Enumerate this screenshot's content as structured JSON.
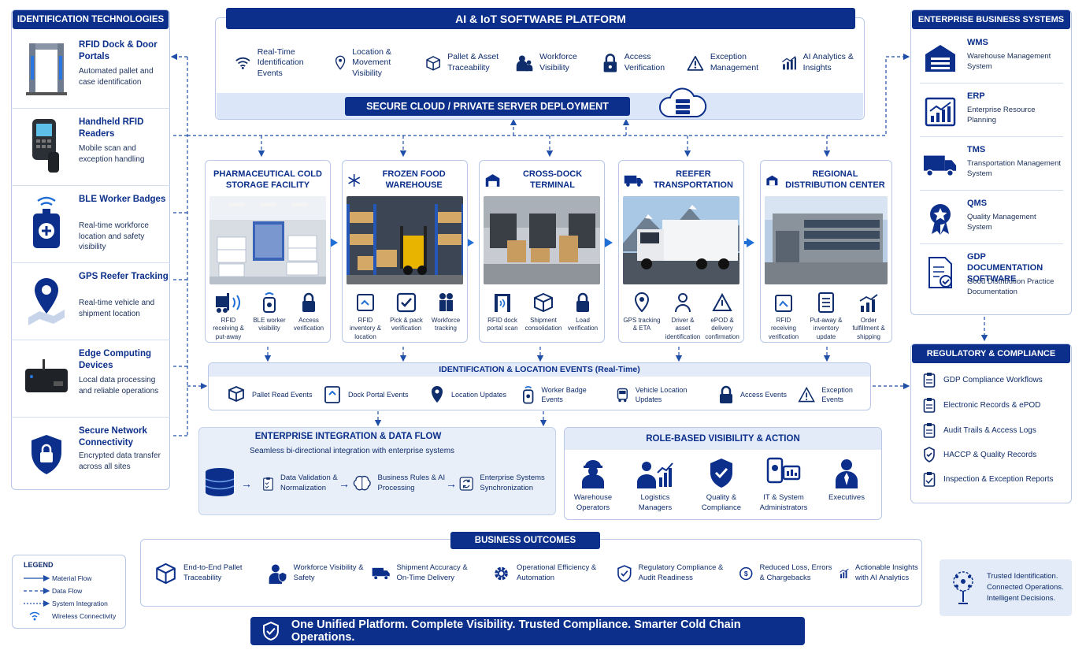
{
  "left": {
    "header": "IDENTIFICATION TECHNOLOGIES",
    "items": [
      {
        "title": "RFID Dock & Door Portals",
        "desc": "Automated pallet and case identification",
        "icon": "rfid-portal-icon"
      },
      {
        "title": "Handheld RFID Readers",
        "desc": "Mobile scan and exception handling",
        "icon": "handheld-reader-icon"
      },
      {
        "title": "BLE Worker Badges",
        "desc": "Real-time workforce location and safety visibility",
        "icon": "ble-badge-icon"
      },
      {
        "title": "GPS Reefer Tracking",
        "desc": "Real-time vehicle and shipment location",
        "icon": "gps-pin-icon"
      },
      {
        "title": "Edge Computing Devices",
        "desc": "Local data processing and reliable operations",
        "icon": "edge-device-icon"
      },
      {
        "title": "Secure Network Connectivity",
        "desc": "Encrypted data transfer across all sites",
        "icon": "shield-lock-icon"
      }
    ]
  },
  "platform": {
    "header": "AI & IoT SOFTWARE PLATFORM",
    "items": [
      {
        "label": "Real-Time Identification Events",
        "icon": "wifi-icon"
      },
      {
        "label": "Location & Movement Visibility",
        "icon": "location-pin-icon"
      },
      {
        "label": "Pallet & Asset Traceability",
        "icon": "box-icon"
      },
      {
        "label": "Workforce Visibility",
        "icon": "workforce-icon"
      },
      {
        "label": "Access Verification",
        "icon": "lock-icon"
      },
      {
        "label": "Exception Management",
        "icon": "warning-icon"
      },
      {
        "label": "AI Analytics & Insights",
        "icon": "analytics-icon"
      }
    ],
    "deploy": "SECURE CLOUD / PRIVATE SERVER DEPLOYMENT"
  },
  "facilities": [
    {
      "title": "PHARMACEUTICAL COLD STORAGE FACILITY",
      "items": [
        "RFID receiving & put-away",
        "BLE worker visibility",
        "Access verification"
      ]
    },
    {
      "title": "FROZEN FOOD WAREHOUSE",
      "items": [
        "RFID inventory & location",
        "Pick & pack verification",
        "Workforce tracking"
      ]
    },
    {
      "title": "CROSS-DOCK TERMINAL",
      "items": [
        "RFID dock portal scan",
        "Shipment consolidation",
        "Load verification"
      ]
    },
    {
      "title": "REEFER TRANSPORTATION",
      "items": [
        "GPS tracking & ETA",
        "Driver & asset identification",
        "ePOD & delivery confirmation"
      ]
    },
    {
      "title": "REGIONAL DISTRIBUTION CENTER",
      "items": [
        "RFID receiving verification",
        "Put-away & inventory update",
        "Order fulfillment & shipping"
      ]
    }
  ],
  "events": {
    "header": "IDENTIFICATION & LOCATION EVENTS (Real-Time)",
    "items": [
      {
        "label": "Pallet Read Events",
        "icon": "pallet-icon"
      },
      {
        "label": "Dock Portal Events",
        "icon": "dock-icon"
      },
      {
        "label": "Location Updates",
        "icon": "location-pin-icon"
      },
      {
        "label": "Worker Badge Events",
        "icon": "badge-icon"
      },
      {
        "label": "Vehicle Location Updates",
        "icon": "vehicle-icon"
      },
      {
        "label": "Access Events",
        "icon": "lock-icon"
      },
      {
        "label": "Exception Events",
        "icon": "warning-icon"
      }
    ]
  },
  "integration": {
    "header": "ENTERPRISE INTEGRATION & DATA FLOW",
    "subtitle": "Seamless bi-directional integration with enterprise systems",
    "steps": [
      "Data Validation & Normalization",
      "Business Rules & AI Processing",
      "Enterprise Systems Synchronization"
    ]
  },
  "roles": {
    "header": "ROLE-BASED VISIBILITY & ACTION",
    "items": [
      "Warehouse Operators",
      "Logistics Managers",
      "Quality & Compliance",
      "IT & System Administrators",
      "Executives"
    ]
  },
  "enterprise": {
    "header": "ENTERPRISE BUSINESS SYSTEMS",
    "items": [
      {
        "title": "WMS",
        "desc": "Warehouse Management System"
      },
      {
        "title": "ERP",
        "desc": "Enterprise Resource Planning"
      },
      {
        "title": "TMS",
        "desc": "Transportation Management System"
      },
      {
        "title": "QMS",
        "desc": "Quality Management System"
      },
      {
        "title": "GDP DOCUMENTATION SOFTWARE",
        "desc": "Good Distribution Practice Documentation"
      }
    ]
  },
  "compliance": {
    "header": "REGULATORY & COMPLIANCE",
    "items": [
      "GDP Compliance Workflows",
      "Electronic Records & ePOD",
      "Audit Trails & Access Logs",
      "HACCP & Quality Records",
      "Inspection & Exception Reports"
    ]
  },
  "outcomes": {
    "header": "BUSINESS OUTCOMES",
    "items": [
      "End-to-End Pallet Traceability",
      "Workforce Visibility & Safety",
      "Shipment Accuracy & On-Time Delivery",
      "Operational Efficiency & Automation",
      "Regulatory Compliance & Audit Readiness",
      "Reduced Loss, Errors & Chargebacks",
      "Actionable Insights with AI Analytics"
    ]
  },
  "legend": {
    "title": "LEGEND",
    "items": [
      "Material Flow",
      "Data Flow",
      "System Integration",
      "Wireless Connectivity"
    ]
  },
  "tagline": "Trusted Identification. Connected Operations. Intelligent Decisions.",
  "footer": "One Unified Platform. Complete Visibility. Trusted Compliance. Smarter Cold Chain Operations.",
  "colors": {
    "navy": "#0b2f8a",
    "accent": "#1f6fd6",
    "light": "#dbe6f8"
  }
}
